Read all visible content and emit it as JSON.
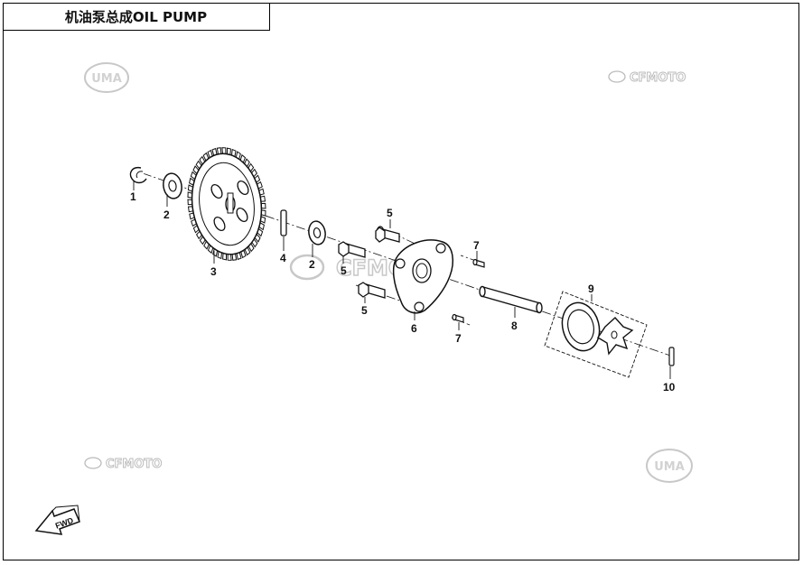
{
  "title": "机油泵总成OIL PUMP",
  "callouts": [
    "1",
    "2",
    "3",
    "4",
    "2",
    "5",
    "5",
    "6",
    "7",
    "7",
    "8",
    "9",
    "10"
  ],
  "watermarks": {
    "uma": "UMA",
    "cfmoto": "CFMOTO",
    "cfmoto_center": "CFMOTO"
  },
  "fwd_label": "FWD",
  "colors": {
    "line": "#111111",
    "watermark": "#c8c8c8"
  }
}
